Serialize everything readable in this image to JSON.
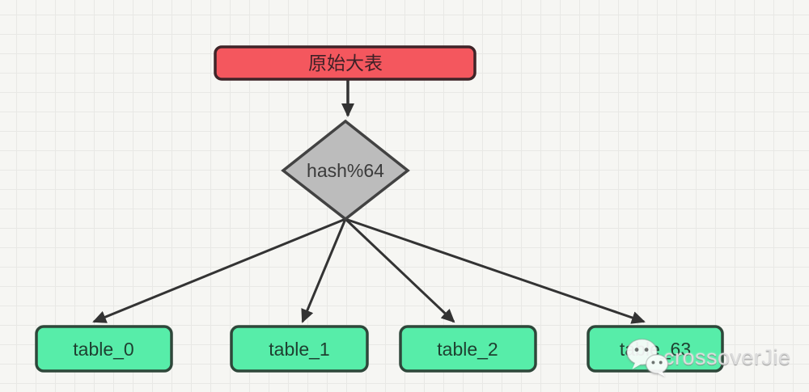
{
  "diagram": {
    "nodes": {
      "root": {
        "label": "原始大表",
        "fill": "#f4575e",
        "border": "#3f2428",
        "text_color": "#3f2127"
      },
      "decision": {
        "label": "hash%64",
        "fill": "#bcbcbc",
        "border": "#424242",
        "text_color": "#3b3b3b"
      },
      "tables": [
        {
          "label": "table_0"
        },
        {
          "label": "table_1"
        },
        {
          "label": "table_2"
        },
        {
          "label": "table_63"
        }
      ],
      "table_style": {
        "fill": "#57eda9",
        "border": "#2e473a",
        "text_color": "#1e3f30"
      }
    },
    "arrow_color": "#333333"
  },
  "watermark": {
    "icon": "wechat-icon",
    "text": "crossoverJie"
  }
}
